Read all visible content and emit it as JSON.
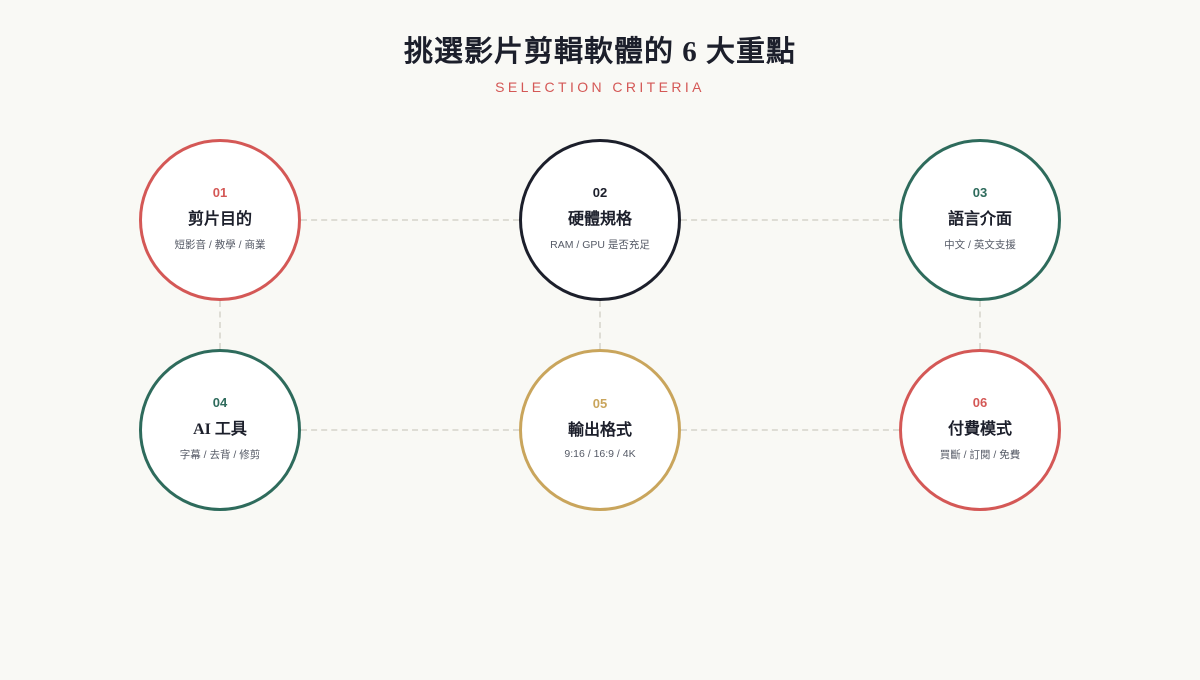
{
  "header": {
    "title": "挑選影片剪輯軟體的 6 大重點",
    "subtitle": "SELECTION CRITERIA"
  },
  "colors": {
    "background": "#f9f9f5",
    "red": "#d45856",
    "navy": "#1c1f2b",
    "green": "#2e6b5c",
    "gold": "#c9a55c",
    "connector": "#deddd5"
  },
  "criteria": [
    {
      "number": "01",
      "title": "剪片目的",
      "description": "短影音 / 教學 / 商業",
      "color": "#d45856"
    },
    {
      "number": "02",
      "title": "硬體規格",
      "description": "RAM / GPU 是否充足",
      "color": "#1c1f2b"
    },
    {
      "number": "03",
      "title": "語言介面",
      "description": "中文 / 英文支援",
      "color": "#2e6b5c"
    },
    {
      "number": "04",
      "title": "AI 工具",
      "description": "字幕 / 去背 / 修剪",
      "color": "#2e6b5c"
    },
    {
      "number": "05",
      "title": "輸出格式",
      "description": "9:16 / 16:9 / 4K",
      "color": "#c9a55c"
    },
    {
      "number": "06",
      "title": "付費模式",
      "description": "買斷 / 訂閱 / 免費",
      "color": "#d45856"
    }
  ]
}
